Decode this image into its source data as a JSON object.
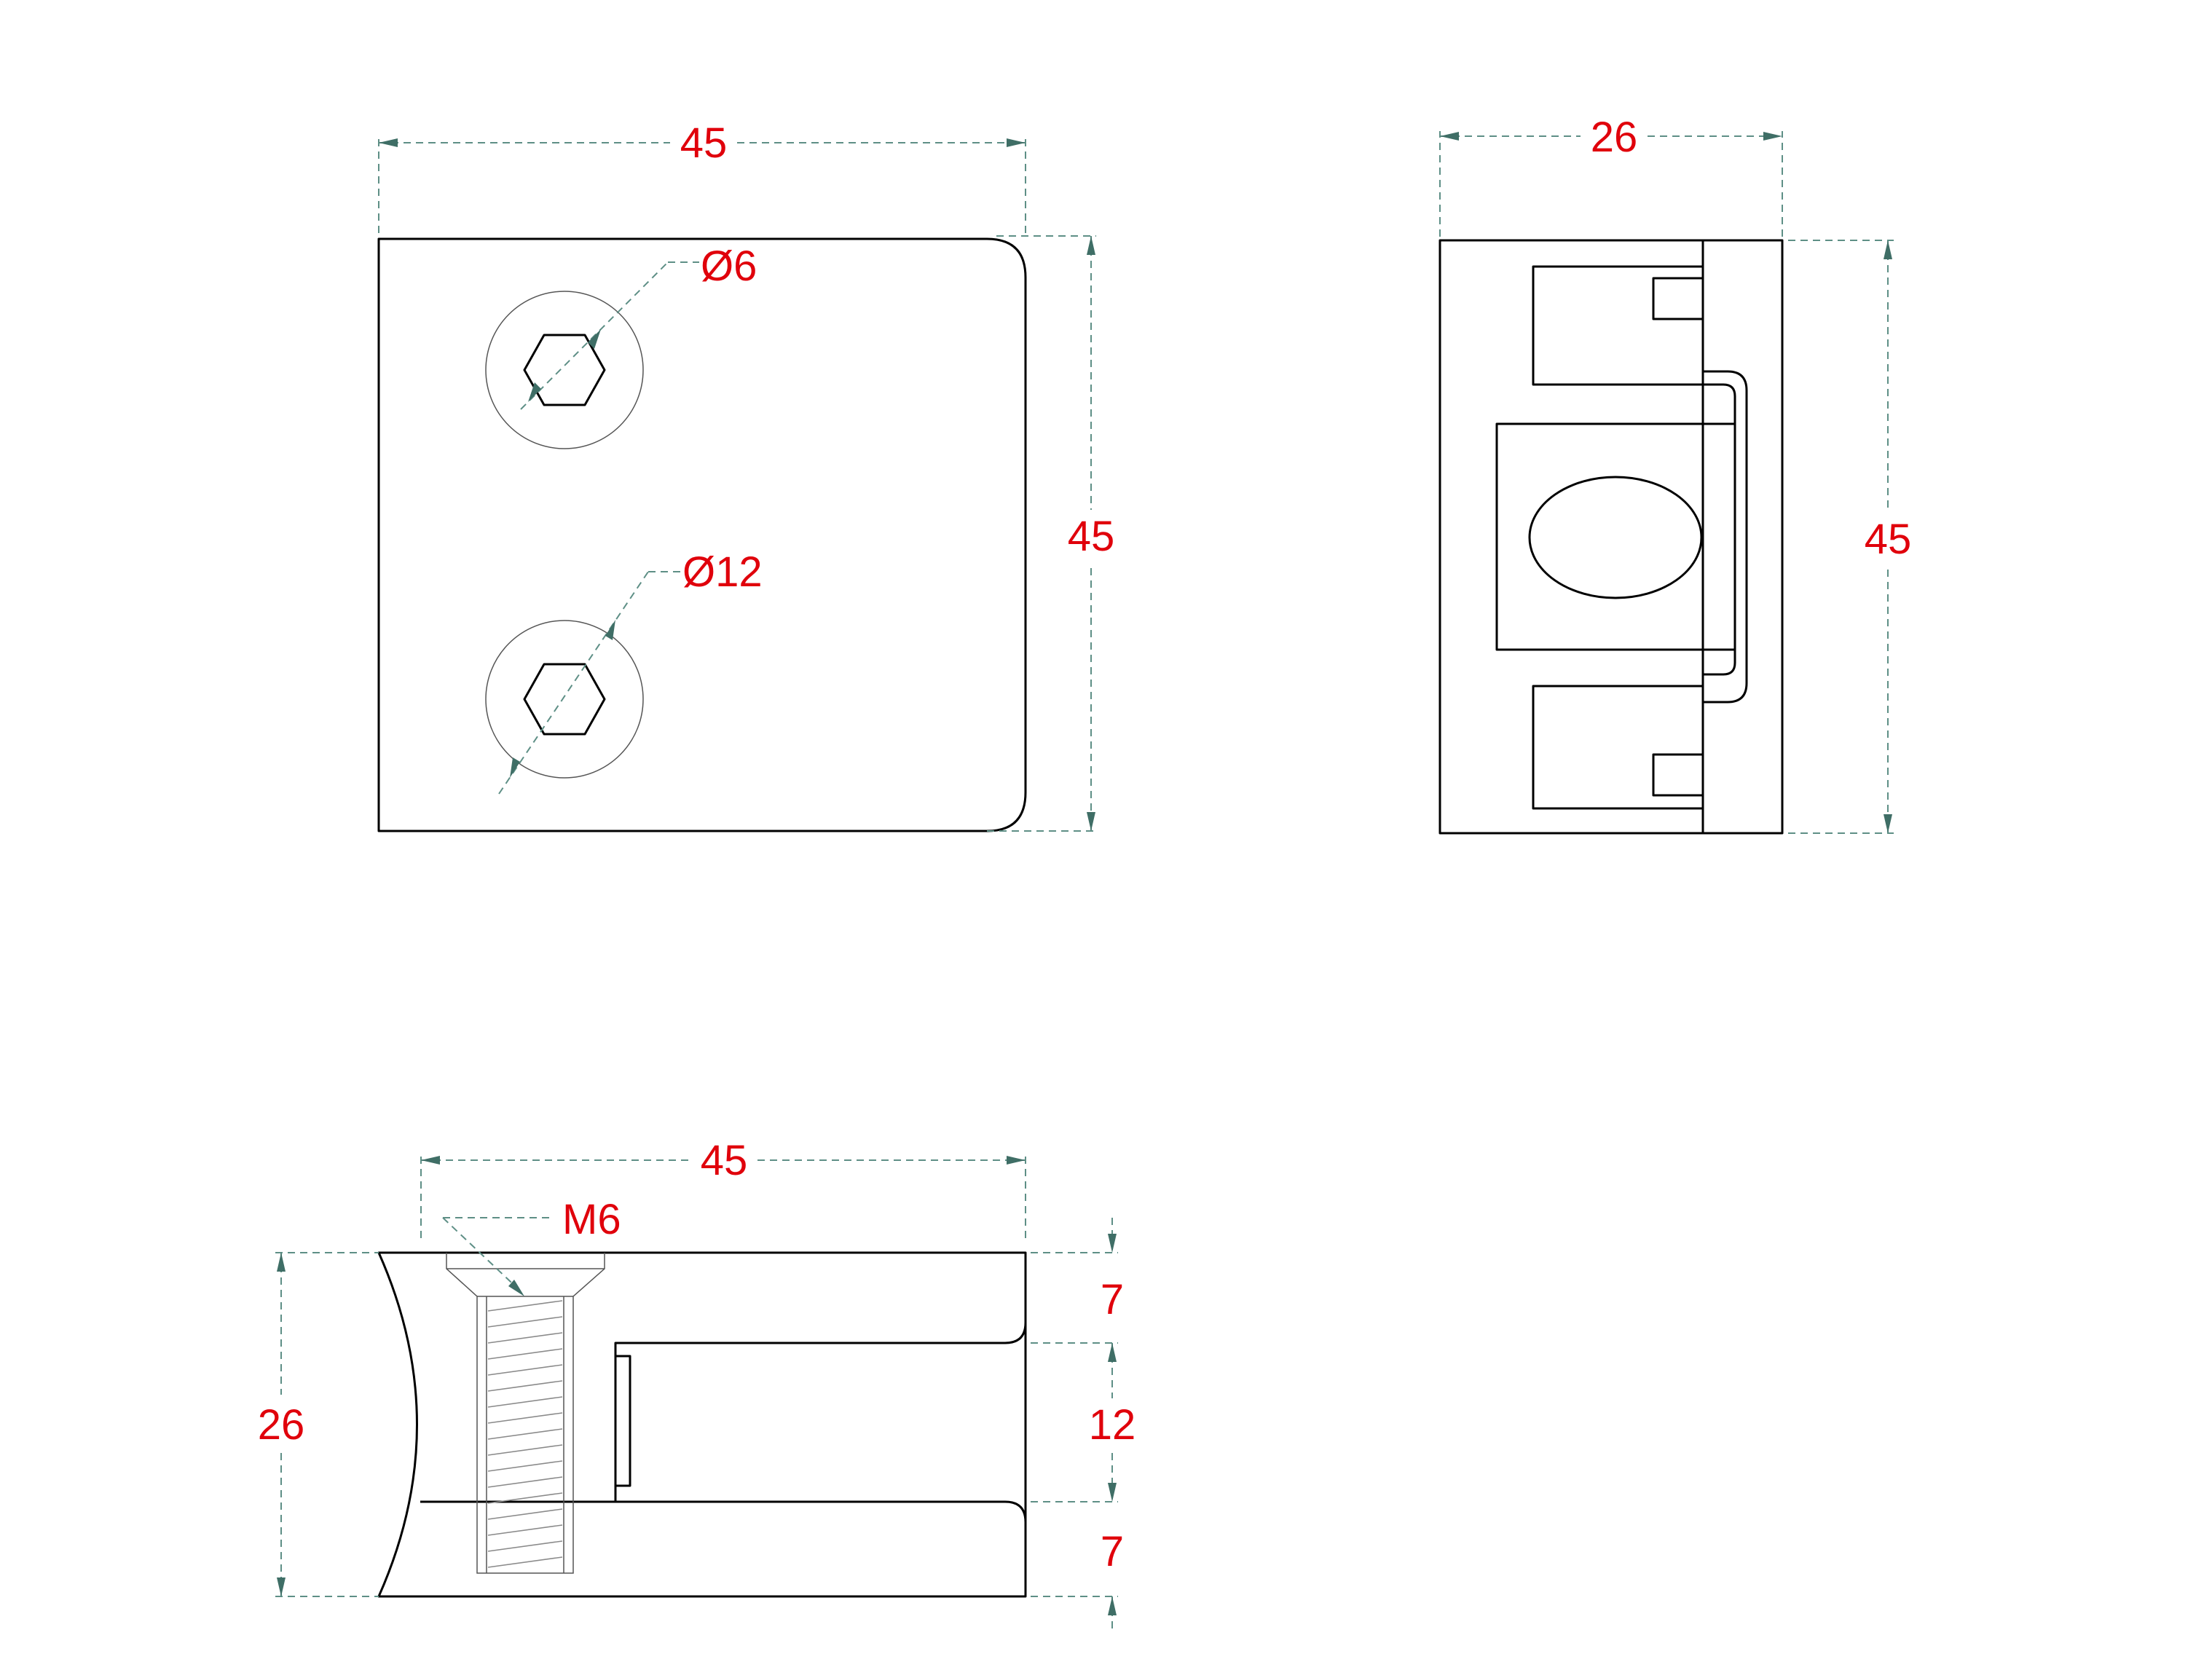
{
  "top_view": {
    "width_dim": "45",
    "height_dim": "45",
    "small_hole_dim": "Ø6",
    "large_hole_dim": "Ø12"
  },
  "side_view": {
    "width_dim": "26",
    "height_dim": "45"
  },
  "front_view": {
    "width_dim": "45",
    "height_dim": "26",
    "thread_label": "M6",
    "top_jaw_dim": "7",
    "gap_dim": "12",
    "bottom_jaw_dim": "7"
  },
  "colors": {
    "dimension_text": "#e0000b",
    "dimension_line": "#5e8f86",
    "outline": "#000000"
  }
}
